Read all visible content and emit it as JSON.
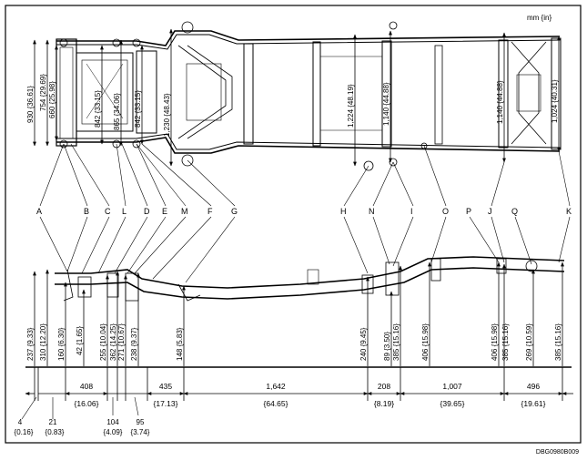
{
  "unit_label": "mm {in}",
  "figure_code": "DBG0980B009",
  "letters": [
    "A",
    "B",
    "C",
    "L",
    "D",
    "E",
    "M",
    "F",
    "G",
    "H",
    "N",
    "I",
    "O",
    "P",
    "J",
    "Q",
    "K"
  ],
  "width_dims": [
    {
      "id": "w930",
      "text": "930 {36.61}"
    },
    {
      "id": "w754",
      "text": "754 {29.69}"
    },
    {
      "id": "w660",
      "text": "660 {25.98}"
    },
    {
      "id": "w842a",
      "text": "842 {33.15}"
    },
    {
      "id": "w865",
      "text": "865 {34.06}"
    },
    {
      "id": "w842b",
      "text": "842 {33.15}"
    },
    {
      "id": "w1230",
      "text": "1,230 {48.43}"
    },
    {
      "id": "w1224",
      "text": "1,224 {48.19}"
    },
    {
      "id": "w1140a",
      "text": "1,140 {44.88}"
    },
    {
      "id": "w1140b",
      "text": "1,140 {44.88}"
    },
    {
      "id": "w1024",
      "text": "1,024 {40.31}"
    }
  ],
  "height_dims": [
    {
      "id": "h237",
      "text": "237 {9.33}"
    },
    {
      "id": "h310",
      "text": "310 {12.20}"
    },
    {
      "id": "h160",
      "text": "160 {6.30}"
    },
    {
      "id": "h42",
      "text": "42 {1.65}"
    },
    {
      "id": "h255",
      "text": "255 {10.04}"
    },
    {
      "id": "h362",
      "text": "362 {14.25}"
    },
    {
      "id": "h271",
      "text": "271 {10.67}"
    },
    {
      "id": "h238",
      "text": "238 {9.37}"
    },
    {
      "id": "h148",
      "text": "148 {5.83}"
    },
    {
      "id": "h240",
      "text": "240 {9.45}"
    },
    {
      "id": "h89",
      "text": "89 {3.50}"
    },
    {
      "id": "h385a",
      "text": "385 {15.16}"
    },
    {
      "id": "h406a",
      "text": "406 {15.98}"
    },
    {
      "id": "h406b",
      "text": "406 {15.98}"
    },
    {
      "id": "h385b",
      "text": "385 {15.16}"
    },
    {
      "id": "h269",
      "text": "269 {10.59}"
    },
    {
      "id": "h385c",
      "text": "385 {15.16}"
    }
  ],
  "length_dims": [
    {
      "id": "l408",
      "mm": "408",
      "in": "{16.06}"
    },
    {
      "id": "l435",
      "mm": "435",
      "in": "{17.13}"
    },
    {
      "id": "l1642",
      "mm": "1,642",
      "in": "{64.65}"
    },
    {
      "id": "l208",
      "mm": "208",
      "in": "{8.19}"
    },
    {
      "id": "l1007",
      "mm": "1,007",
      "in": "{39.65}"
    },
    {
      "id": "l496",
      "mm": "496",
      "in": "{19.61}"
    }
  ],
  "small_dims": [
    {
      "id": "s4",
      "mm": "4",
      "in": "{0.16}"
    },
    {
      "id": "s21",
      "mm": "21",
      "in": "{0.83}"
    },
    {
      "id": "s104",
      "mm": "104",
      "in": "{4.09}"
    },
    {
      "id": "s95",
      "mm": "95",
      "in": "{3.74}"
    }
  ]
}
